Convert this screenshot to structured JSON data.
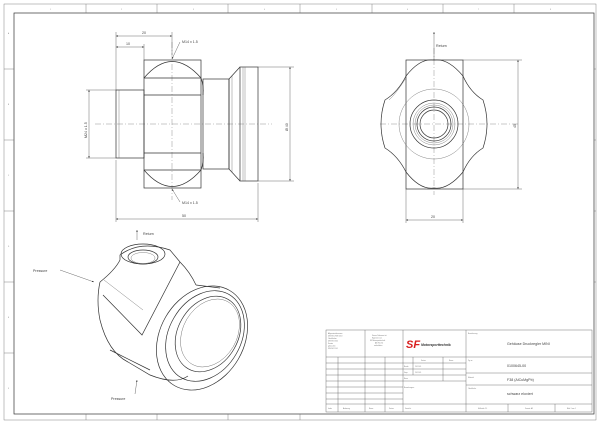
{
  "border": {
    "columns": [
      "1",
      "2",
      "3",
      "4",
      "5",
      "6",
      "7",
      "8"
    ],
    "rows": [
      "A",
      "B",
      "C",
      "D",
      "E",
      "F"
    ]
  },
  "side_view": {
    "dim_20": "20",
    "dim_10": "10",
    "thread_top": "M14 x 1.5",
    "thread_bottom": "M14 x 1.5",
    "thread_left": "M24 x 1.5",
    "dia_40": "Ø 40",
    "dim_50": "50"
  },
  "front_view": {
    "return_label": "Return",
    "dim_45": "45",
    "dim_20": "20"
  },
  "iso_view": {
    "return_label": "Return",
    "pressure_top": "Pressure",
    "pressure_bottom": "Pressure"
  },
  "title_block": {
    "notes_left": [
      "Allgemeintoleranzen",
      "DIN ISO 2768 mittel",
      "Oberflächen",
      "DIN ISO 1302",
      "Kanten",
      "gebrochen",
      "DIN ISO 1101"
    ],
    "notes_copyright": [
      "Dieses Dokument ist",
      "Eigentum von",
      "SF Motorsporttechnik",
      "Alle Rechte",
      "vorbehalten"
    ],
    "logo_letters": "SF",
    "logo_text": "Motorsporttechnik",
    "col_datum": "Datum",
    "col_name": "Name",
    "bearb_label": "Bearb.",
    "bearb_date": "24.11.09",
    "gepr_label": "Gepr.",
    "gepr_date": "24.11.09",
    "norm_label": "Norm",
    "bemerkungen_label": "Bemerkungen:",
    "bezeichnung_label": "Bezeichnung:",
    "bezeichnung_value": "Gehäuse Druckregler MINI",
    "zg_label": "Zg.-nr.:",
    "zg_value": "0100645-00",
    "material_label": "Material:",
    "material_value": "F38 (AlCuMgPb)",
    "oberflaeche_label": "Oberfläche:",
    "oberflaeche_value": "schwarz eloxiert",
    "index_label": "Index",
    "aenderung_label": "Änderung",
    "name_label": "Name",
    "datum_label": "Datum",
    "gewicht_label": "Gewicht:",
    "massstab": "Maßstab: 2:1",
    "format": "Format: A3",
    "blatt": "Blatt 1 von 1"
  },
  "colors": {
    "logo_red": "#d81e1e",
    "line": "#333333"
  }
}
